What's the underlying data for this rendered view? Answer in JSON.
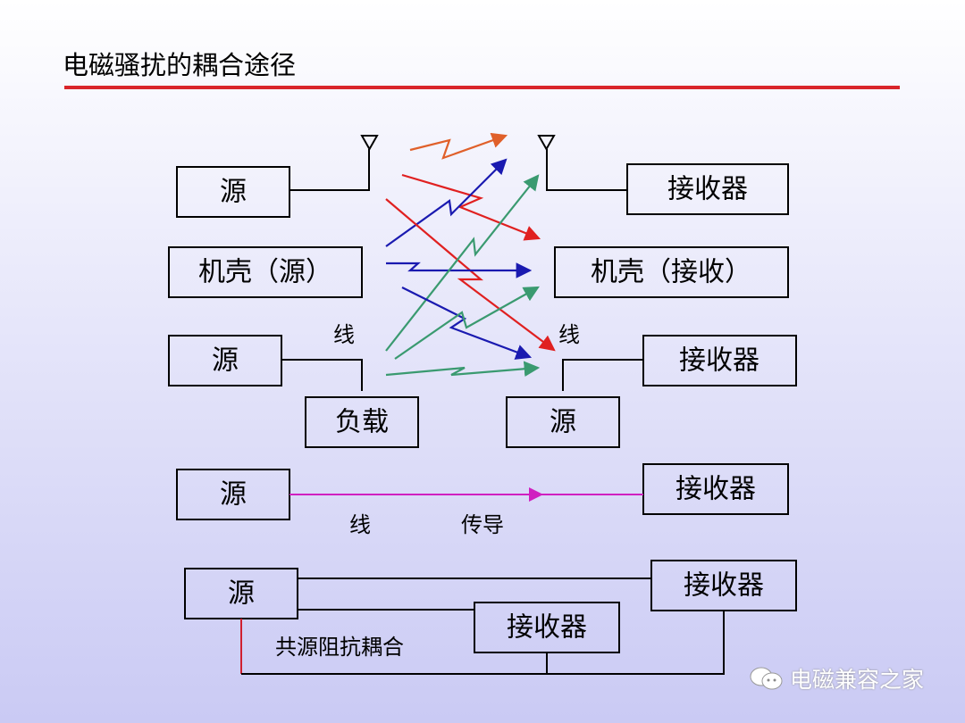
{
  "title": "电磁骚扰的耦合途径",
  "colors": {
    "accent_rule": "#d9252a",
    "orange": "#e0602a",
    "red": "#e02020",
    "blue": "#1a1ab0",
    "green": "#3a9a70",
    "magenta": "#d020c0"
  },
  "radiation": {
    "source": "源",
    "receiver": "接收器",
    "chassis_source": "机壳（源）",
    "chassis_receiver": "机壳（接收）",
    "line_source": "源",
    "line_left_label": "线",
    "load": "负载",
    "line_right_label": "线",
    "line_right_source": "源",
    "line_receiver": "接收器"
  },
  "conduction": {
    "source": "源",
    "receiver": "接收器",
    "line_label": "线",
    "conduction_label": "传导"
  },
  "common_impedance": {
    "source": "源",
    "receiver_1": "接收器",
    "receiver_2": "接收器",
    "label": "共源阻抗耦合"
  },
  "watermark": "电磁兼容之家"
}
